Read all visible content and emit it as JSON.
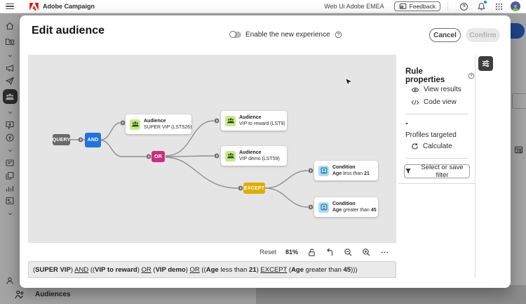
{
  "topbar": {
    "app": "Adobe Campaign",
    "env": "Web Ui Adobe EMEA",
    "feedback_label": "Feedback"
  },
  "modal": {
    "title": "Edit audience",
    "toggle_label": "Enable the new experience",
    "cancel_label": "Cancel",
    "confirm_label": "Confirm"
  },
  "canvas": {
    "nodes": {
      "query": "QUERY",
      "and": "AND",
      "or": "OR",
      "except": "EXCEPT"
    },
    "cards": {
      "a1": {
        "type": "Audience",
        "name": "SUPER VIP (LST526)"
      },
      "a2": {
        "type": "Audience",
        "name": "VIP to reward (LST9)"
      },
      "a3": {
        "type": "Audience",
        "name": "VIP demo (LST59)"
      },
      "c1": {
        "type": "Condition",
        "b1": "Age",
        "mid": " less than ",
        "b2": "21"
      },
      "c2": {
        "type": "Condition",
        "b1": "Age",
        "mid": " greater than ",
        "b2": "45"
      }
    },
    "toolbar": {
      "reset_label": "Reset",
      "zoom_level": "81%"
    }
  },
  "panel": {
    "heading": "Rule properties",
    "view_results": "View results",
    "code_view": "Code view",
    "count": "-",
    "profiles_label": "Profiles targeted",
    "calculate": "Calculate",
    "filter_button": "Select or save filter"
  },
  "formula": {
    "segments": [
      {
        "t": "("
      },
      {
        "t": "SUPER VIP",
        "s": "b"
      },
      {
        "t": ") "
      },
      {
        "t": "AND",
        "s": "u"
      },
      {
        "t": " (("
      },
      {
        "t": "VIP to reward",
        "s": "b"
      },
      {
        "t": ") "
      },
      {
        "t": "OR",
        "s": "u"
      },
      {
        "t": " ("
      },
      {
        "t": "VIP demo",
        "s": "b"
      },
      {
        "t": ") "
      },
      {
        "t": "OR",
        "s": "u"
      },
      {
        "t": " (("
      },
      {
        "t": "Age",
        "s": "b"
      },
      {
        "t": " less than "
      },
      {
        "t": "21",
        "s": "b"
      },
      {
        "t": ") "
      },
      {
        "t": "EXCEPT",
        "s": "u"
      },
      {
        "t": " ("
      },
      {
        "t": "Age",
        "s": "b"
      },
      {
        "t": " greater than "
      },
      {
        "t": "45",
        "s": "b"
      },
      {
        "t": ")))"
      }
    ]
  },
  "background": {
    "page_title": "Audiences"
  }
}
